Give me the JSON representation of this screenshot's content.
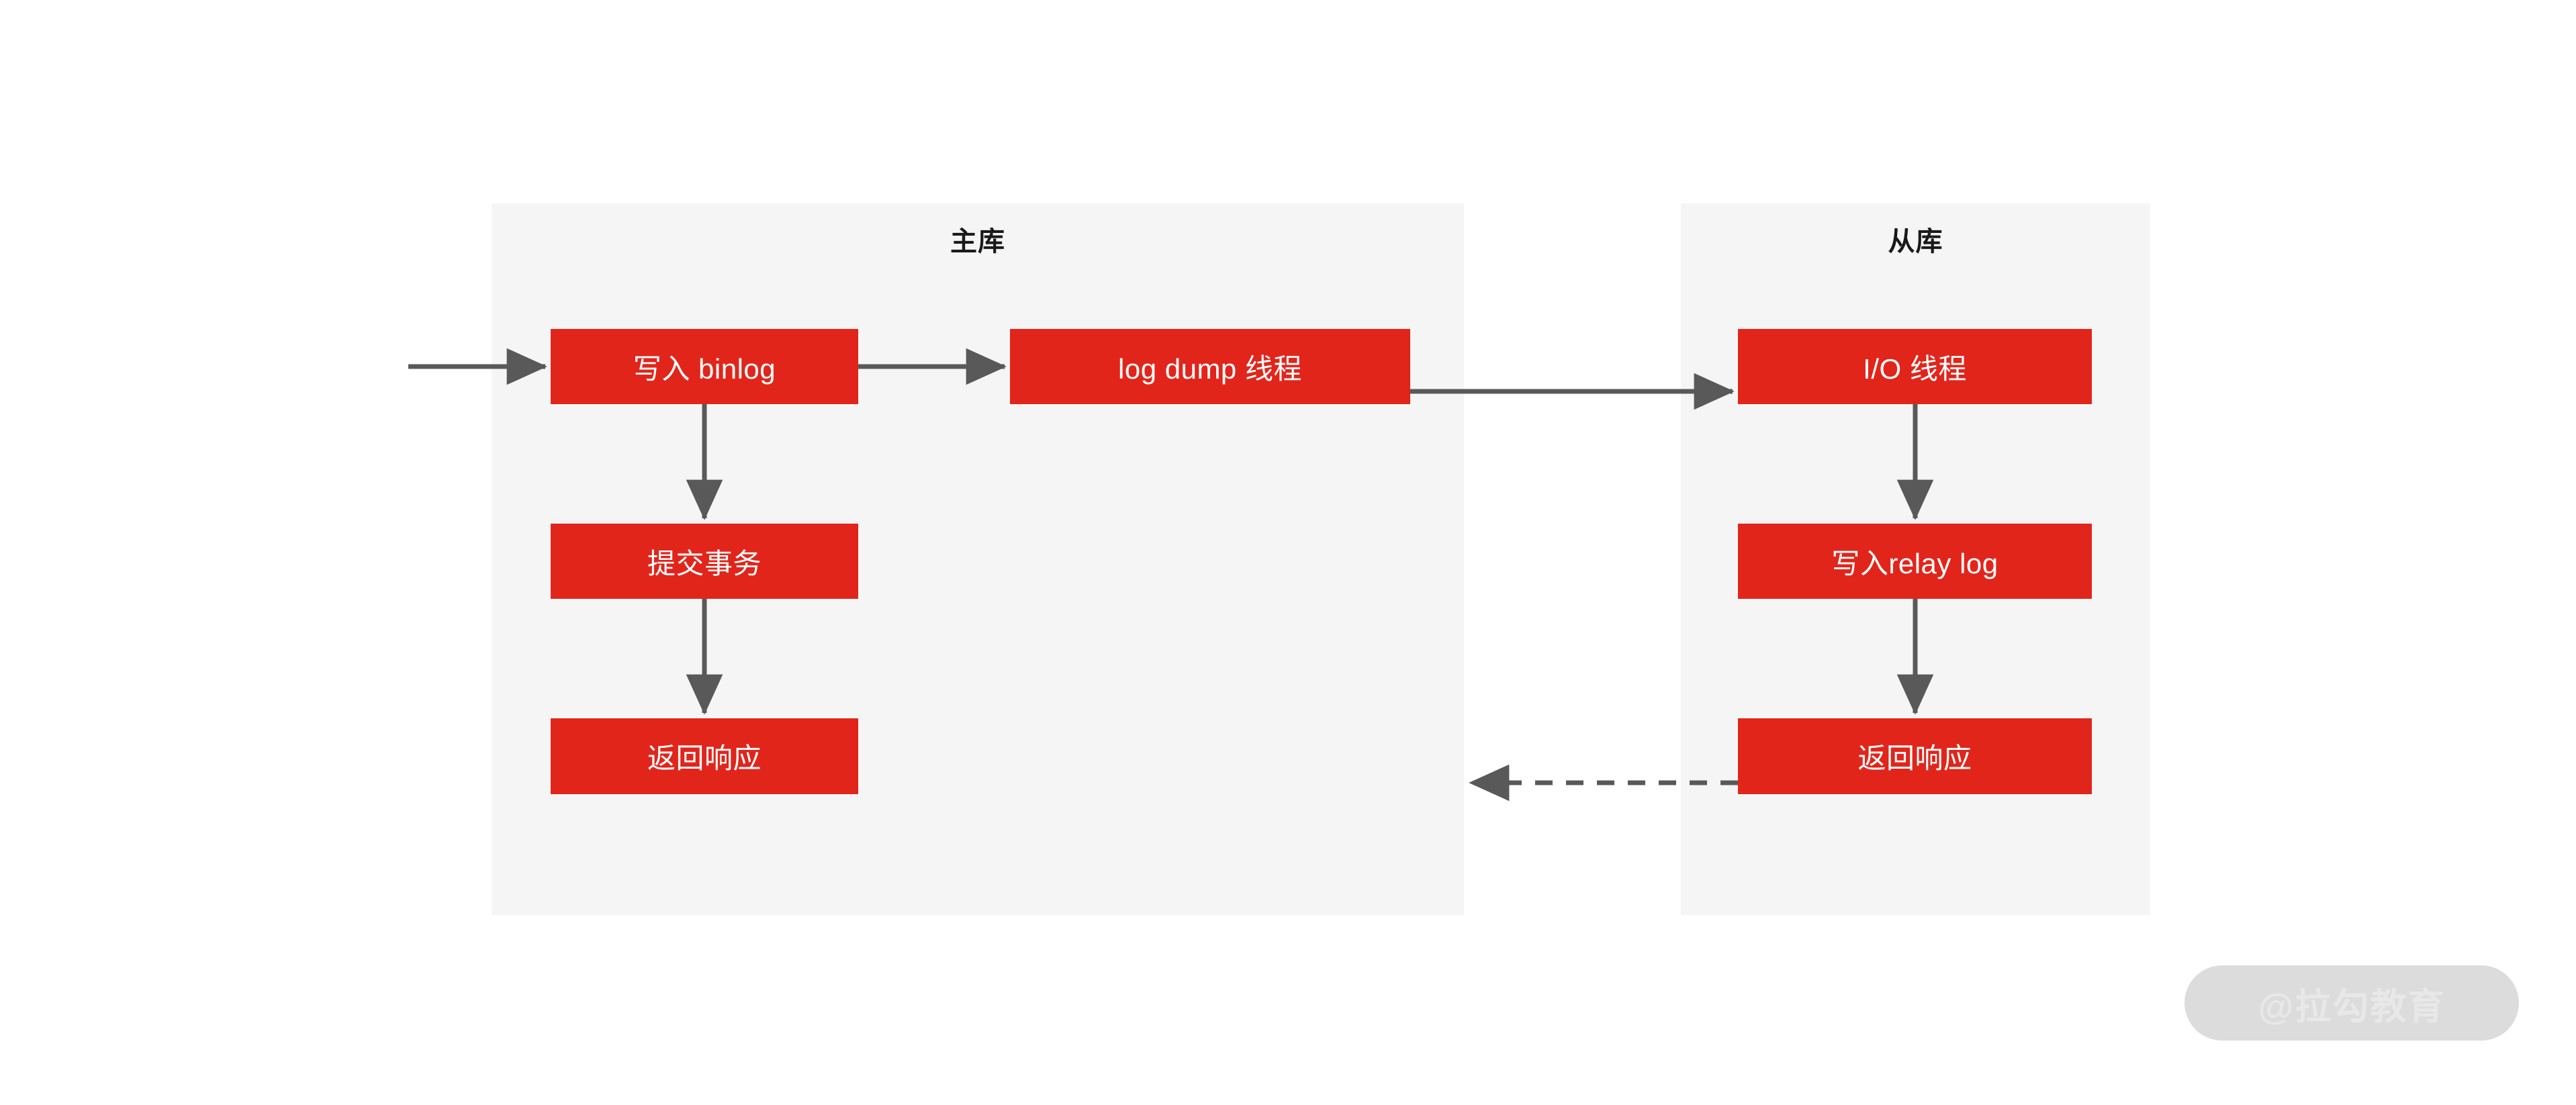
{
  "diagram": {
    "title_master": "主库",
    "title_slave": "从库",
    "colors": {
      "node_fill": "#e1251b",
      "node_text": "#ffffff",
      "panel_fill": "#f5f5f5",
      "connector": "#595959",
      "page_background": "#ffffff",
      "watermark_pill": "#dcdcdc",
      "watermark_text": "#e8e8e8"
    },
    "panels": [
      {
        "id": "master",
        "label": "主库"
      },
      {
        "id": "slave",
        "label": "从库"
      }
    ],
    "nodes": [
      {
        "id": "write-binlog",
        "panel": "master",
        "label": "写入 binlog"
      },
      {
        "id": "log-dump",
        "panel": "master",
        "label": "log dump 线程"
      },
      {
        "id": "commit-tx",
        "panel": "master",
        "label": "提交事务"
      },
      {
        "id": "master-return",
        "panel": "master",
        "label": "返回响应"
      },
      {
        "id": "io-thread",
        "panel": "slave",
        "label": "I/O 线程"
      },
      {
        "id": "write-relay",
        "panel": "slave",
        "label": "写入relay log"
      },
      {
        "id": "slave-return",
        "panel": "slave",
        "label": "返回响应"
      }
    ],
    "connectors": [
      {
        "id": "entry-to-write-binlog",
        "from": "external-input",
        "to": "write-binlog",
        "style": "solid",
        "direction": "right"
      },
      {
        "id": "write-binlog-to-log-dump",
        "from": "write-binlog",
        "to": "log-dump",
        "style": "solid",
        "direction": "right"
      },
      {
        "id": "log-dump-to-io-thread",
        "from": "log-dump",
        "to": "io-thread",
        "style": "solid",
        "direction": "right"
      },
      {
        "id": "write-binlog-to-commit-tx",
        "from": "write-binlog",
        "to": "commit-tx",
        "style": "solid",
        "direction": "down"
      },
      {
        "id": "commit-tx-to-master-return",
        "from": "commit-tx",
        "to": "master-return",
        "style": "solid",
        "direction": "down"
      },
      {
        "id": "io-thread-to-write-relay",
        "from": "io-thread",
        "to": "write-relay",
        "style": "solid",
        "direction": "down"
      },
      {
        "id": "write-relay-to-slave-return",
        "from": "write-relay",
        "to": "slave-return",
        "style": "solid",
        "direction": "down"
      },
      {
        "id": "slave-return-to-master",
        "from": "slave-return",
        "to": "master-panel",
        "style": "dashed",
        "direction": "left"
      }
    ]
  },
  "watermark": {
    "text": "@拉勾教育"
  }
}
